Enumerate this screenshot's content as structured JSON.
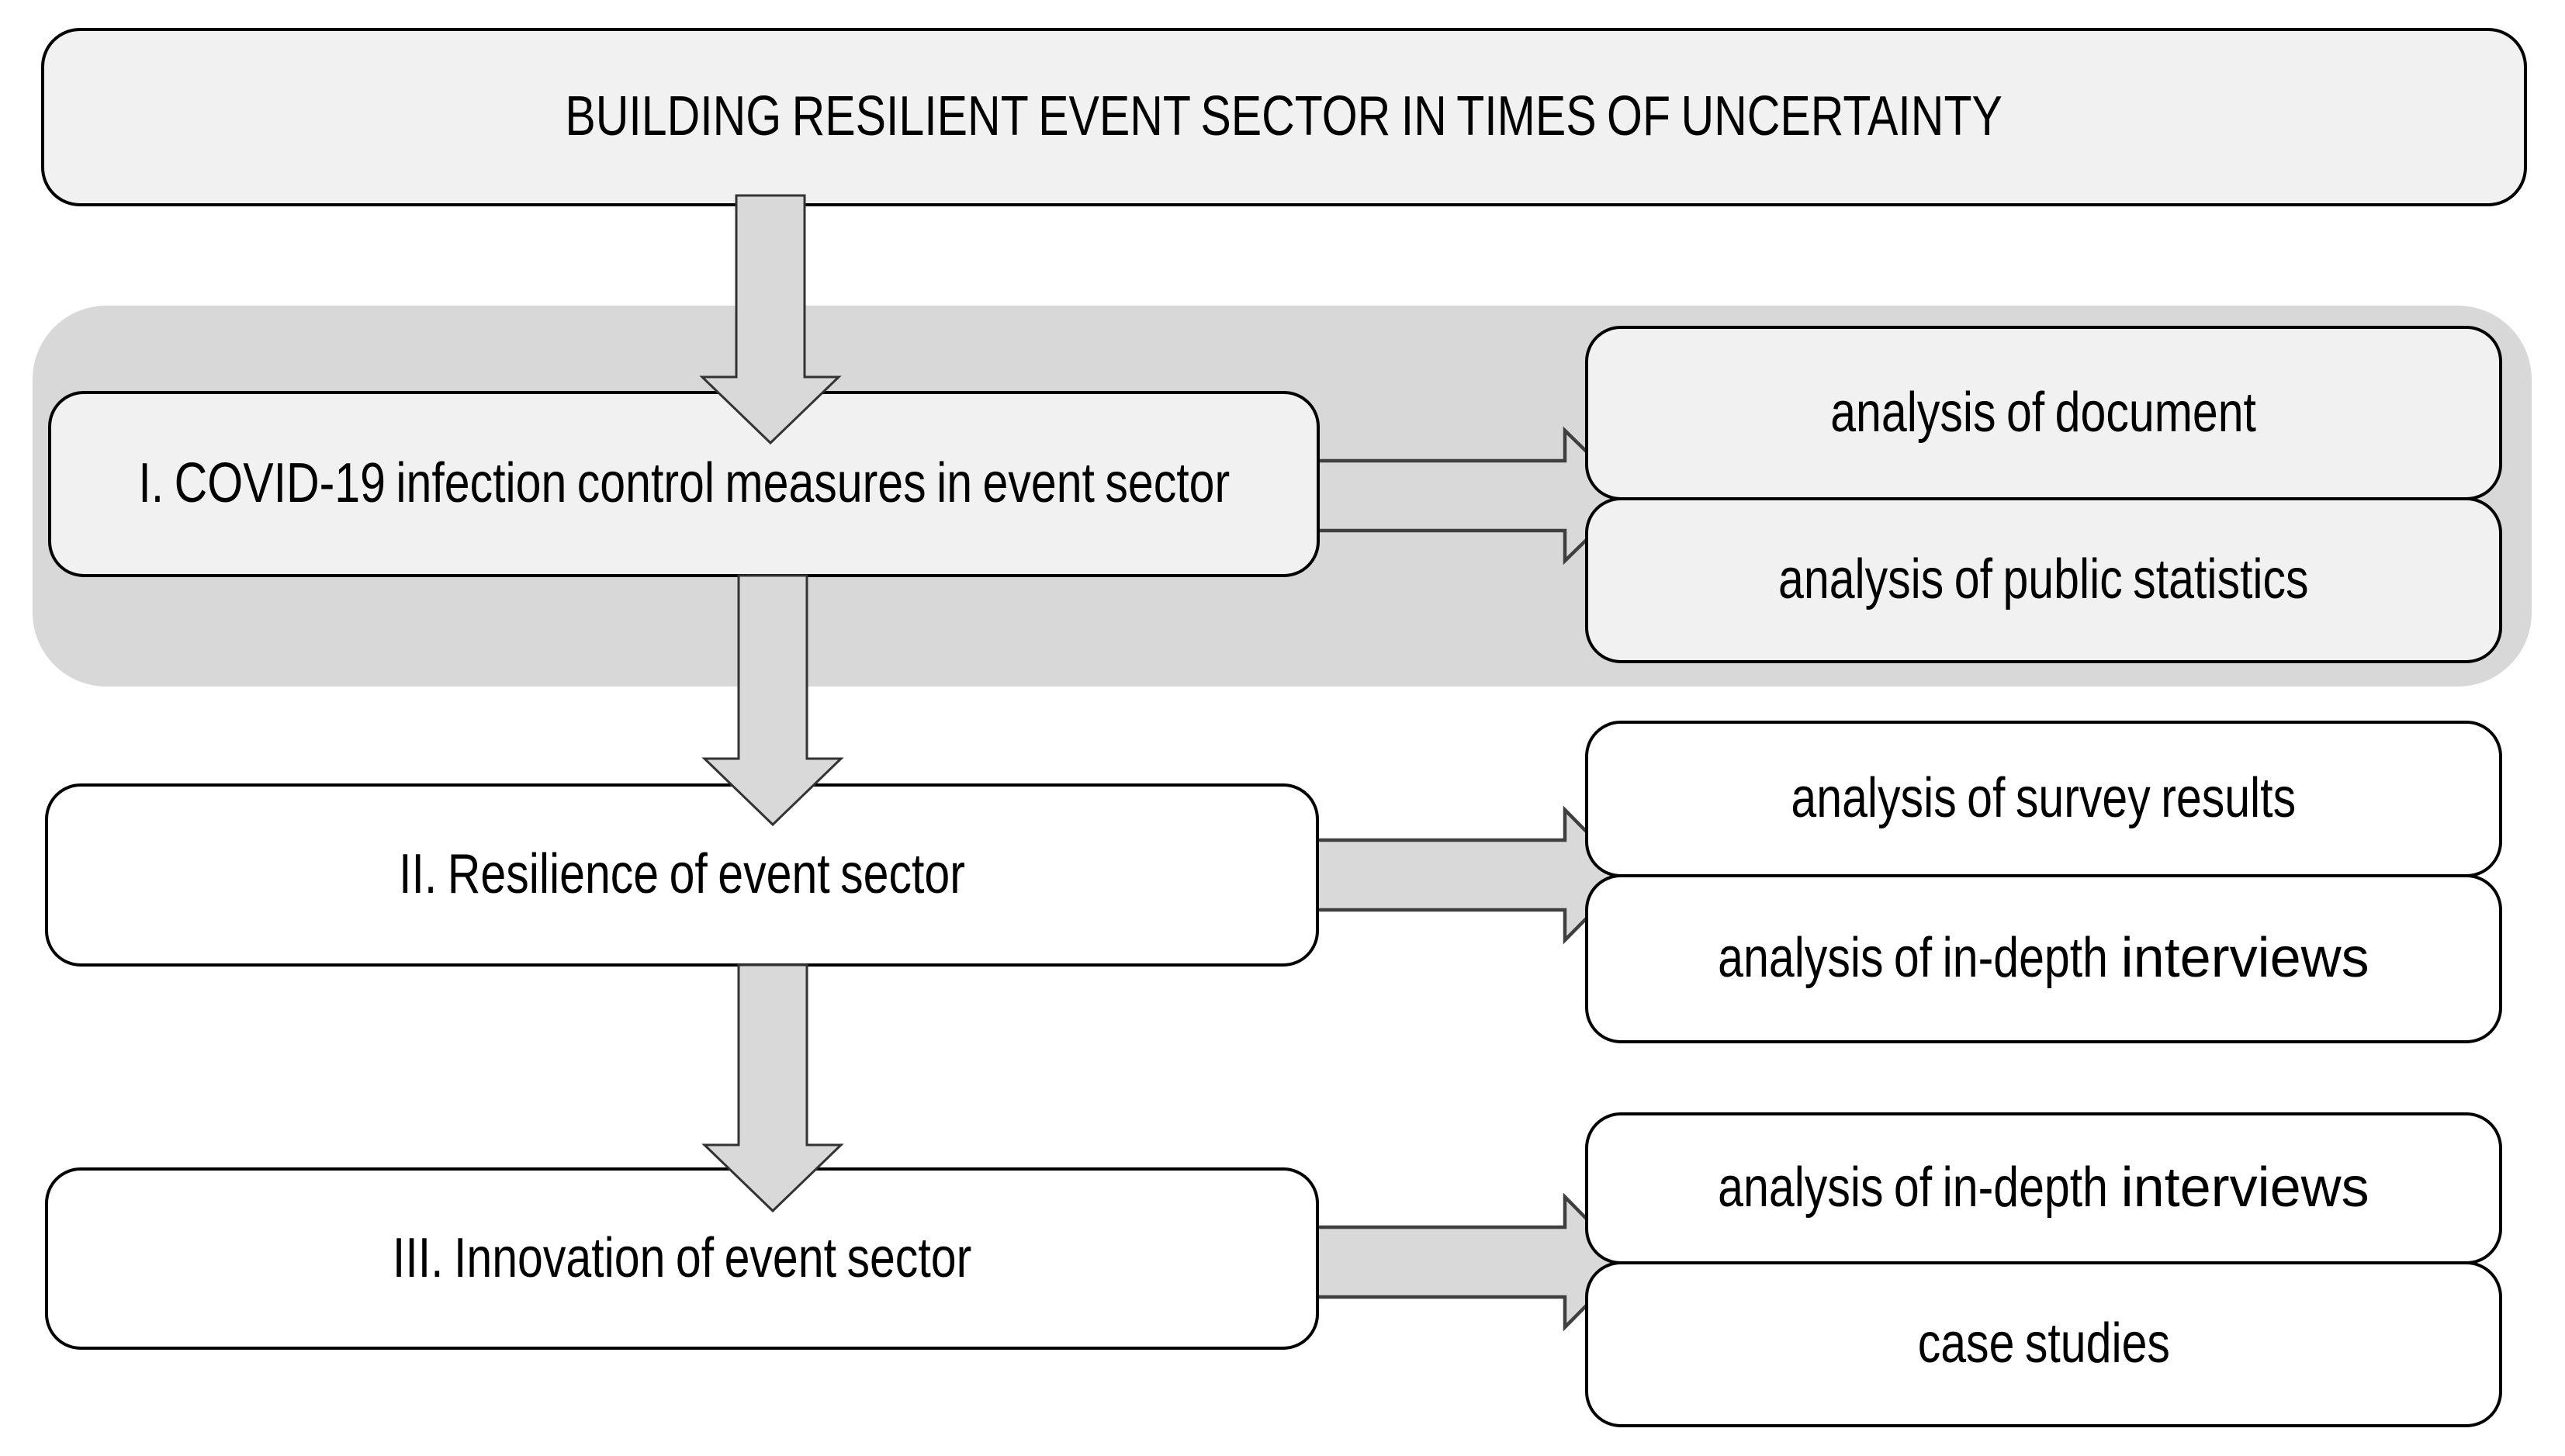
{
  "diagram": {
    "title": "BUILDING RESILIENT EVENT SECTOR IN TIMES OF UNCERTAINTY",
    "phases": [
      {
        "label": "I. COVID-19 infection control measures in event sector",
        "methods": [
          {
            "text": "analysis of document",
            "em": ""
          },
          {
            "text": "analysis of public statistics",
            "em": ""
          }
        ]
      },
      {
        "label": "II. Resilience of event sector",
        "methods": [
          {
            "text": "analysis of survey results",
            "em": ""
          },
          {
            "text": "analysis of in-depth",
            "em": " interviews"
          }
        ]
      },
      {
        "label": "III. Innovation of event sector",
        "methods": [
          {
            "text": "analysis of in-depth",
            "em": " interviews"
          },
          {
            "text": "case studies",
            "em": ""
          }
        ]
      }
    ],
    "colors": {
      "background": "#ffffff",
      "band_fill": "#d8d8d8",
      "light_box_fill": "#f1f1f1",
      "white_box_fill": "#ffffff",
      "box_border": "#000000",
      "arrow_fill": "#d9d9d9",
      "arrow_outline": "#3f3f3f",
      "text": "#000000"
    }
  }
}
